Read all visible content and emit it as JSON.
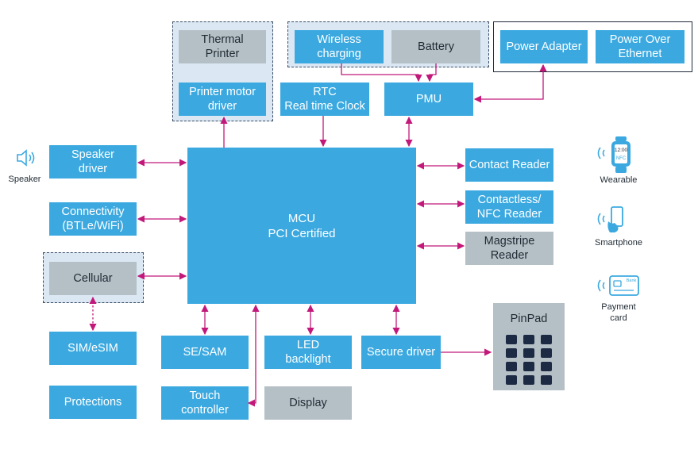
{
  "blocks": {
    "thermal_printer": "Thermal\nPrinter",
    "printer_motor_driver": "Printer motor\ndriver",
    "wireless_charging": "Wireless\ncharging",
    "battery": "Battery",
    "power_adapter": "Power Adapter",
    "power_over_ethernet": "Power Over\nEthernet",
    "rtc": "RTC\nReal time Clock",
    "pmu": "PMU",
    "speaker_driver": "Speaker\ndriver",
    "connectivity": "Connectivity\n(BTLe/WiFi)",
    "cellular": "Cellular",
    "sim_esim": "SIM/eSIM",
    "protections": "Protections",
    "mcu": "MCU\nPCI Certified",
    "contact_reader": "Contact Reader",
    "contactless_reader": "Contactless/\nNFC Reader",
    "magstripe_reader": "Magstripe\nReader",
    "se_sam": "SE/SAM",
    "led_backlight": "LED\nbacklight",
    "secure_driver": "Secure driver",
    "touch_controller": "Touch\ncontroller",
    "display": "Display",
    "pinpad": "PinPad"
  },
  "icons": {
    "speaker": {
      "name": "speaker-icon",
      "label": "Speaker"
    },
    "wearable": {
      "name": "wearable-icon",
      "label": "Wearable",
      "screen_text": "12:00",
      "nfc_text": "NFC"
    },
    "smartphone": {
      "name": "smartphone-icon",
      "label": "Smartphone"
    },
    "payment_card": {
      "name": "payment-card-icon",
      "label": "Payment\ncard",
      "card_text": "Bank"
    }
  },
  "colors": {
    "blue_block": "#3ba9e0",
    "gray_block": "#b5c0c6",
    "connector": "#c2187a",
    "group_fill": "#dbe8f4",
    "group_border": "#3a4b63",
    "keypad_key": "#1d2a44"
  }
}
